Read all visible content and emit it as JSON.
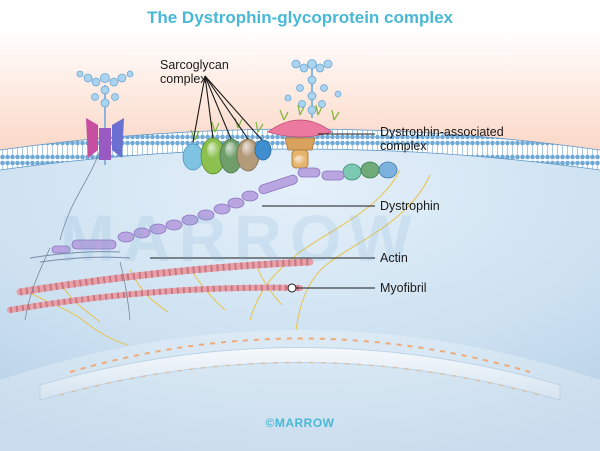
{
  "title": "The Dystrophin-glycoprotein complex",
  "watermark": "MARROW",
  "footer": "©MARROW",
  "labels": {
    "sarcoglycan_line1": "Sarcoglycan",
    "sarcoglycan_line2": "complex",
    "dac_line1": "Dystrophin-associated",
    "dac_line2": "complex",
    "dystrophin": "Dystrophin",
    "actin": "Actin",
    "myofibril": "Myofibril"
  },
  "colors": {
    "title": "#49b8d6",
    "membrane": "#6fa9d6",
    "dystrophin": "#b9a6e0",
    "actin": "#e7a0a8",
    "filament": "#e8c24a",
    "sarcoglycan": [
      "#7ec3e2",
      "#8cc04f",
      "#6f9e6a",
      "#b39a78"
    ]
  }
}
